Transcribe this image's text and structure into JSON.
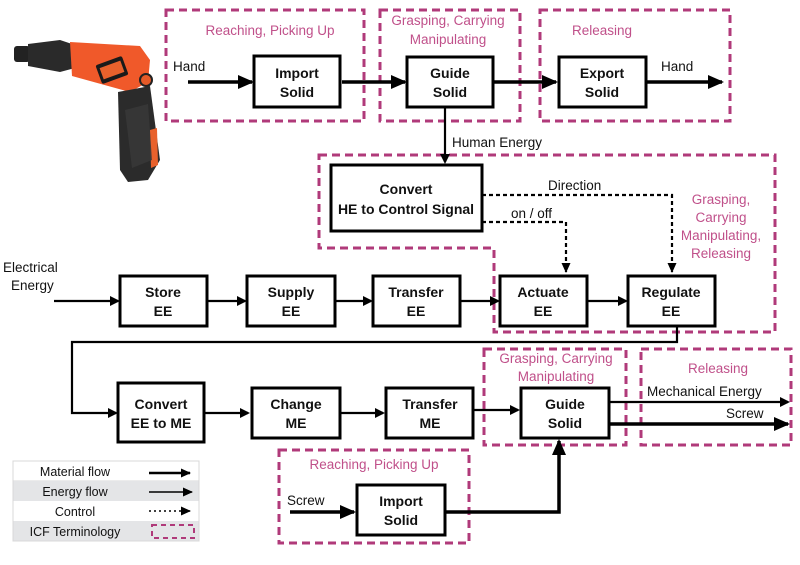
{
  "diagram": {
    "title": "Cordless screwdriver function structure with ICF terminology",
    "product_image": "cordless-screwdriver",
    "colors": {
      "icf": "#b03a7a",
      "icf_text": "#c0508a",
      "flow": "#000000",
      "legend_alt_row": "#e4e5e7"
    },
    "functions": {
      "import_solid_top": {
        "line1": "Import",
        "line2": "Solid"
      },
      "guide_solid_top": {
        "line1": "Guide",
        "line2": "Solid"
      },
      "export_solid": {
        "line1": "Export",
        "line2": "Solid"
      },
      "convert_he": {
        "line1": "Convert",
        "line2": "HE to Control Signal"
      },
      "store_ee": {
        "line1": "Store",
        "line2": "EE"
      },
      "supply_ee": {
        "line1": "Supply",
        "line2": "EE"
      },
      "transfer_ee": {
        "line1": "Transfer",
        "line2": "EE"
      },
      "actuate_ee": {
        "line1": "Actuate",
        "line2": "EE"
      },
      "regulate_ee": {
        "line1": "Regulate",
        "line2": "EE"
      },
      "convert_ee_me": {
        "line1": "Convert",
        "line2": "EE to ME"
      },
      "change_me": {
        "line1": "Change",
        "line2": "ME"
      },
      "transfer_me": {
        "line1": "Transfer",
        "line2": "ME"
      },
      "guide_solid_bottom": {
        "line1": "Guide",
        "line2": "Solid"
      },
      "import_solid_bottom": {
        "line1": "Import",
        "line2": "Solid"
      }
    },
    "flow_labels": {
      "hand_in": "Hand",
      "hand_out": "Hand",
      "human_energy": "Human Energy",
      "direction": "Direction",
      "on_off": "on / off",
      "electrical_energy_1": "Electrical",
      "electrical_energy_2": "Energy",
      "mechanical_energy": "Mechanical Energy",
      "screw_out": "Screw",
      "screw_in": "Screw"
    },
    "icf_groups": {
      "reaching_top": "Reaching, Picking Up",
      "grasping_top_1": "Grasping, Carrying",
      "grasping_top_2": "Manipulating",
      "releasing_top": "Releasing",
      "grasping_mid_1": "Grasping,",
      "grasping_mid_2": "Carrying",
      "grasping_mid_3": "Manipulating,",
      "grasping_mid_4": "Releasing",
      "grasping_bottom_1": "Grasping, Carrying",
      "grasping_bottom_2": "Manipulating",
      "releasing_bottom": "Releasing",
      "reaching_bottom": "Reaching, Picking Up"
    },
    "legend": [
      {
        "label": "Material flow",
        "style": "material"
      },
      {
        "label": "Energy flow",
        "style": "energy"
      },
      {
        "label": "Control",
        "style": "control"
      },
      {
        "label": "ICF Terminology",
        "style": "icf"
      }
    ]
  }
}
